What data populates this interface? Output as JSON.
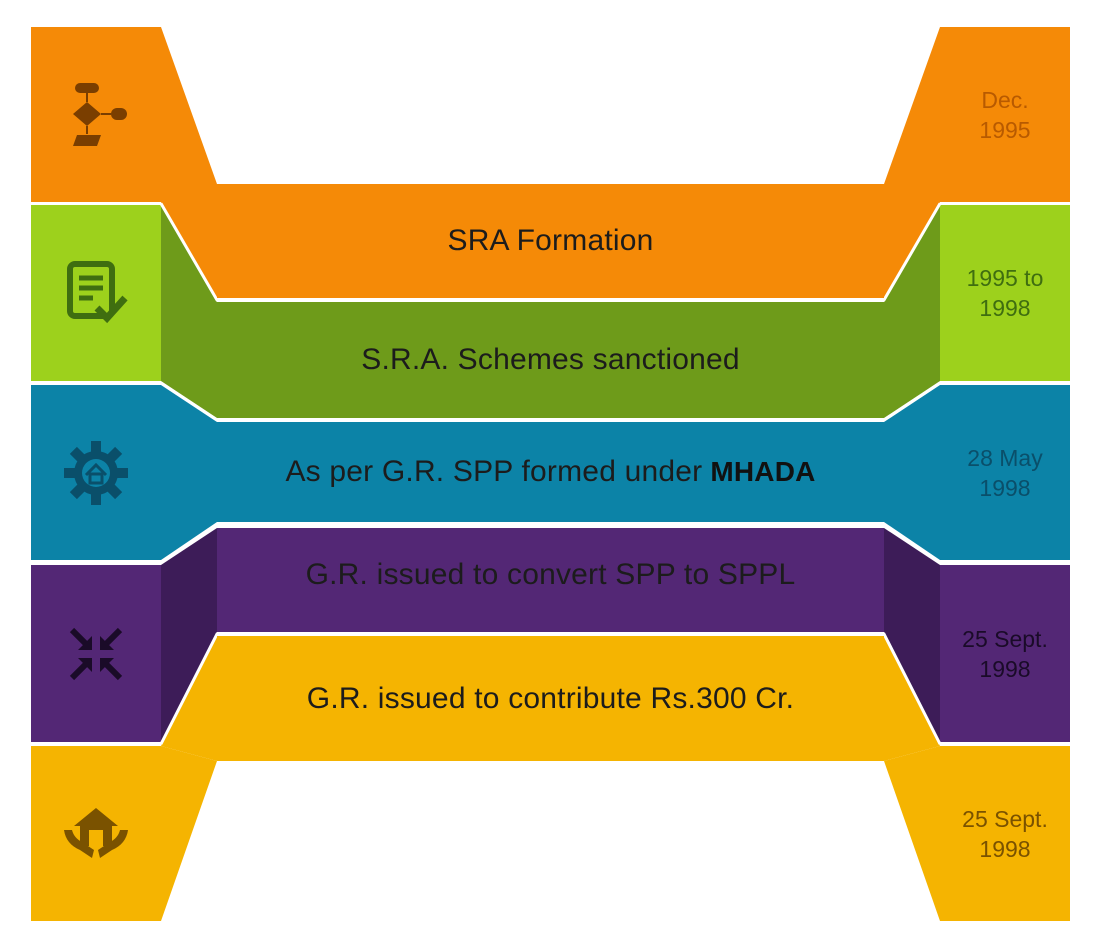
{
  "colors": {
    "orange": "#f58a07",
    "lime": "#9dd11c",
    "olive": "#6e9b1a",
    "teal": "#0c83a7",
    "purple": "#532775",
    "purple_dark": "#3d1c58",
    "amber": "#f5b401",
    "orange_text": "#b85a00",
    "lime_text": "#3f6e10",
    "teal_text": "#0a4f6a",
    "purple_text": "#1a0b28",
    "amber_text": "#7a5200"
  },
  "stages": [
    {
      "icon": "flowchart-icon",
      "date": "Dec.\n1995"
    },
    {
      "icon": "document-check-icon",
      "date": "1995 to\n1998",
      "bar_text": "SRA Formation"
    },
    {
      "icon": "gear-house-icon",
      "date": "28 May\n1998",
      "bar_text": "S.R.A. Schemes sanctioned"
    },
    {
      "icon": "compress-arrows-icon",
      "date": "25 Sept.\n1998",
      "bar_text": "As per G.R. SPP formed under",
      "bar_brand": "MHADA"
    },
    {
      "icon": "hands-house-icon",
      "date": "25 Sept.\n1998",
      "bar_text": "G.R. issued to convert SPP to SPPL"
    }
  ],
  "final_bar": {
    "text": "G.R. issued to contribute Rs.300 Cr."
  }
}
